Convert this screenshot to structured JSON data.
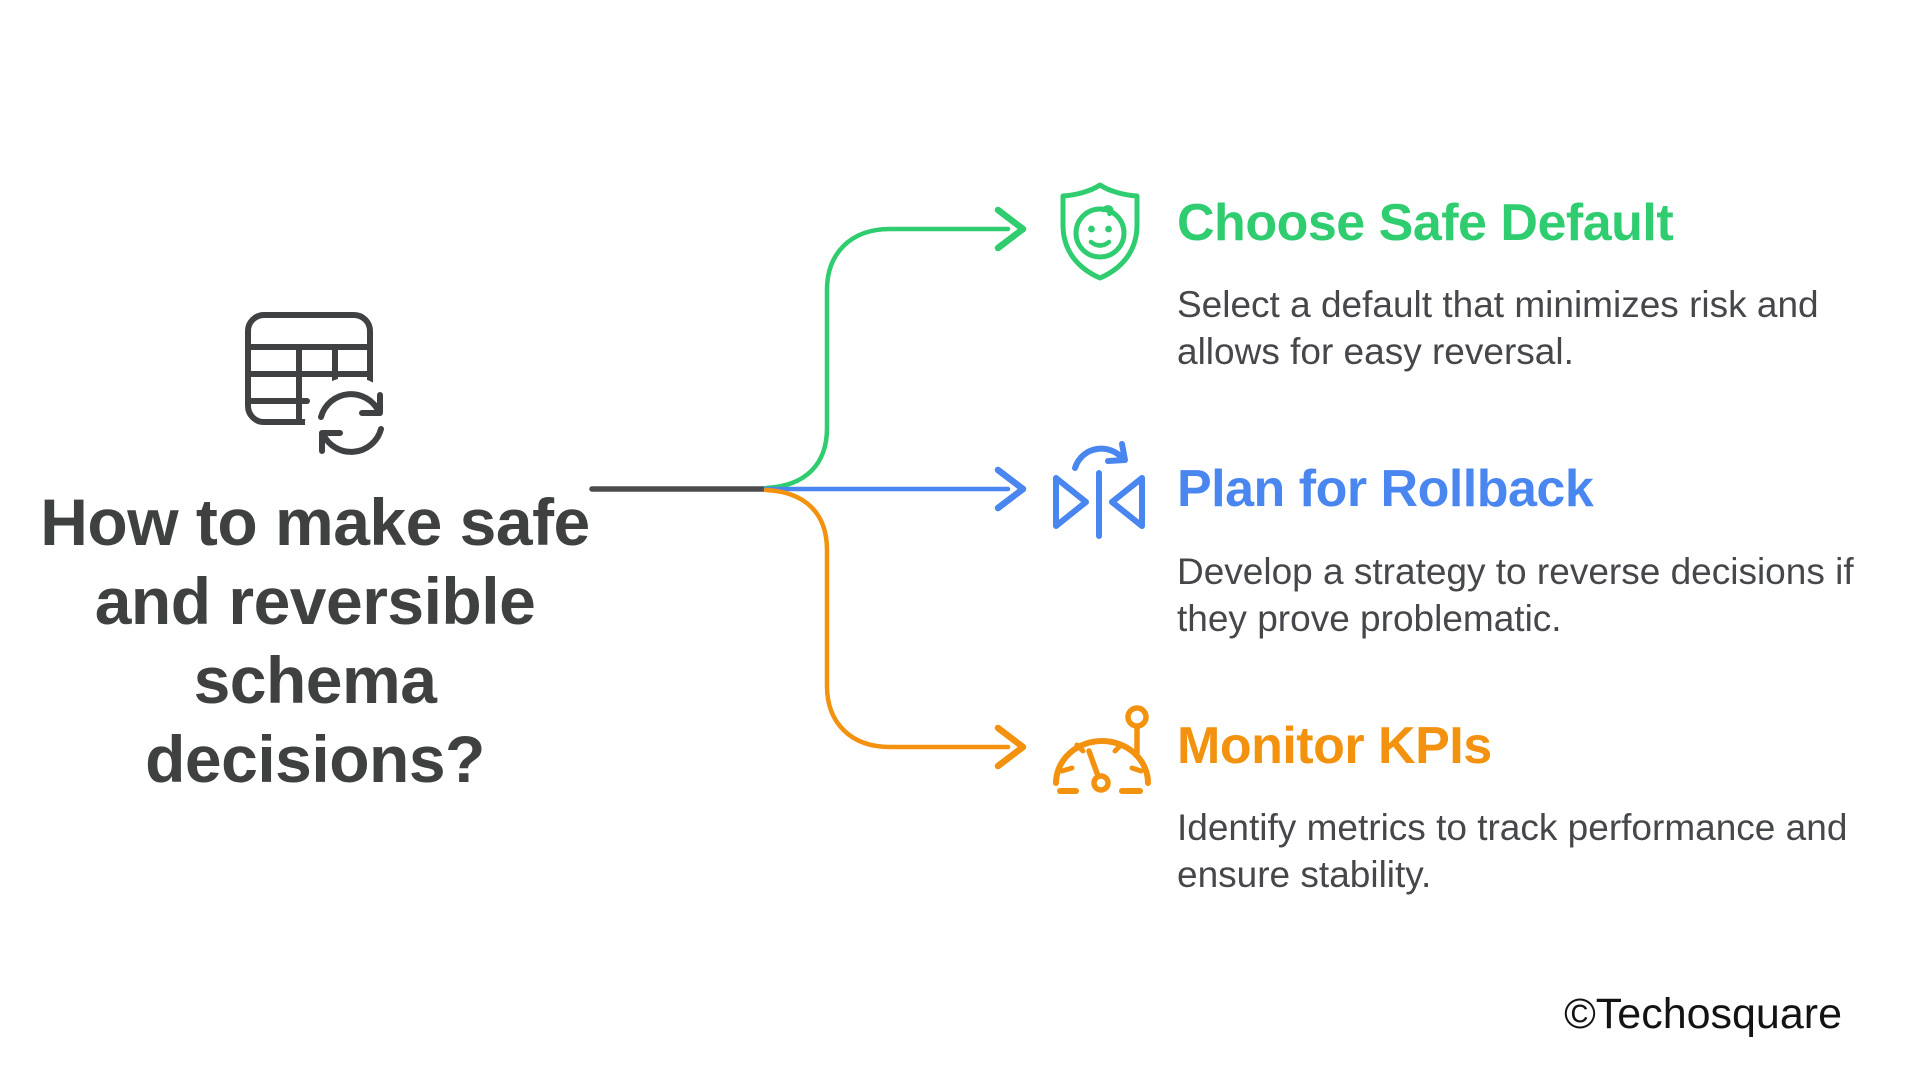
{
  "topic": {
    "title_lines": [
      "How to make safe",
      "and reversible",
      "schema",
      "decisions?"
    ],
    "icon": "table-sync-icon"
  },
  "branches": [
    {
      "id": "choose-safe-default",
      "label": "Choose Safe Default",
      "description_lines": [
        "Select a default that minimizes risk and",
        "allows for easy reversal."
      ],
      "color": "#2fcd6f",
      "icon": "shield-smiley-icon"
    },
    {
      "id": "plan-for-rollback",
      "label": "Plan for Rollback",
      "description_lines": [
        "Develop a strategy to reverse decisions if",
        "they prove problematic."
      ],
      "color": "#4a86ef",
      "icon": "flip-horizontal-icon"
    },
    {
      "id": "monitor-kpis",
      "label": "Monitor KPIs",
      "description_lines": [
        "Identify metrics to track performance and",
        "ensure stability."
      ],
      "color": "#f2920f",
      "icon": "speedometer-pin-icon"
    }
  ],
  "watermark": "©Techosquare",
  "colors": {
    "background": "#ffffff",
    "title_text": "#3e4140",
    "body_text": "#45474a",
    "connector_dark": "#4b4b4e",
    "green": "#2fcd6f",
    "blue": "#4a86ef",
    "orange": "#f2920f",
    "icon_dark": "#3f4142"
  }
}
